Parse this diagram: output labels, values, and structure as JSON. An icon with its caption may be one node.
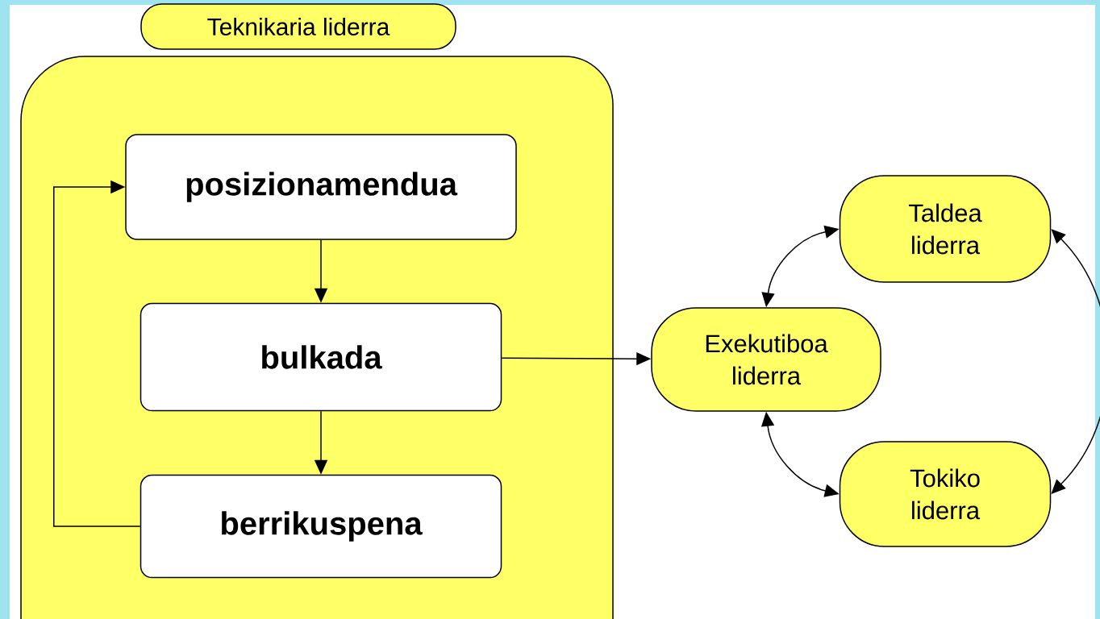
{
  "diagram": {
    "nodes": [
      {
        "text": [
          "Teknikaria liderra"
        ]
      },
      {
        "text": [
          "posizionamendua"
        ],
        "in": 0
      },
      {
        "text": [
          "bulkada"
        ],
        "in": 0
      },
      {
        "text": [
          "berrikuspena"
        ],
        "in": 0
      },
      {
        "text": [
          "Taldea liderra"
        ]
      },
      {
        "text": [
          "Exekutiboa liderra"
        ]
      },
      {
        "text": [
          "Tokiko liderra"
        ]
      }
    ],
    "edges": [
      {
        "from": 1,
        "to": 2,
        "arrow": "to"
      },
      {
        "from": 2,
        "to": 3,
        "arrow": "to"
      },
      {
        "from": 3,
        "to": 1,
        "arrow": "to"
      },
      {
        "from": 2,
        "to": 5,
        "arrow": "to"
      },
      {
        "from": 5,
        "to": 4,
        "arrow": "both"
      },
      {
        "from": 5,
        "to": 6,
        "arrow": "both"
      },
      {
        "from": 4,
        "to": 6,
        "arrow": "both"
      }
    ]
  }
}
